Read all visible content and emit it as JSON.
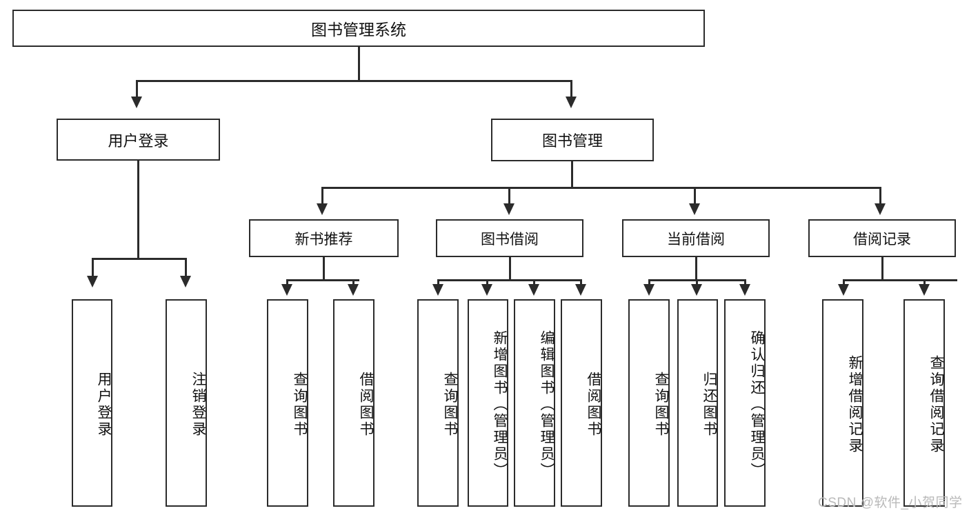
{
  "diagram": {
    "title": "图书管理系统",
    "type": "hierarchy-tree",
    "root": {
      "label": "图书管理系统"
    },
    "level2": [
      {
        "label": "用户登录"
      },
      {
        "label": "图书管理"
      }
    ],
    "level3": [
      {
        "label": "新书推荐"
      },
      {
        "label": "图书借阅"
      },
      {
        "label": "当前借阅"
      },
      {
        "label": "借阅记录"
      }
    ],
    "leaves": {
      "user_login": [
        {
          "label": "用户登录"
        },
        {
          "label": "注销登录"
        }
      ],
      "new_book_recommend": [
        {
          "label": "查询图书"
        },
        {
          "label": "借阅图书"
        }
      ],
      "book_borrow": [
        {
          "label": "查询图书"
        },
        {
          "label": "新增图书（管理员）"
        },
        {
          "label": "编辑图书（管理员）"
        },
        {
          "label": "借阅图书"
        }
      ],
      "current_borrow": [
        {
          "label": "查询图书"
        },
        {
          "label": "归还图书"
        },
        {
          "label": "确认归还（管理员）"
        }
      ],
      "borrow_record": [
        {
          "label": "新增借阅记录"
        },
        {
          "label": "查询借阅记录"
        }
      ]
    }
  },
  "watermark": {
    "text": "CSDN @软件_小贺同学"
  },
  "colors": {
    "stroke": "#2b2b2b",
    "fill": "#ffffff",
    "text": "#111111",
    "watermark": "#b9b9b9"
  }
}
